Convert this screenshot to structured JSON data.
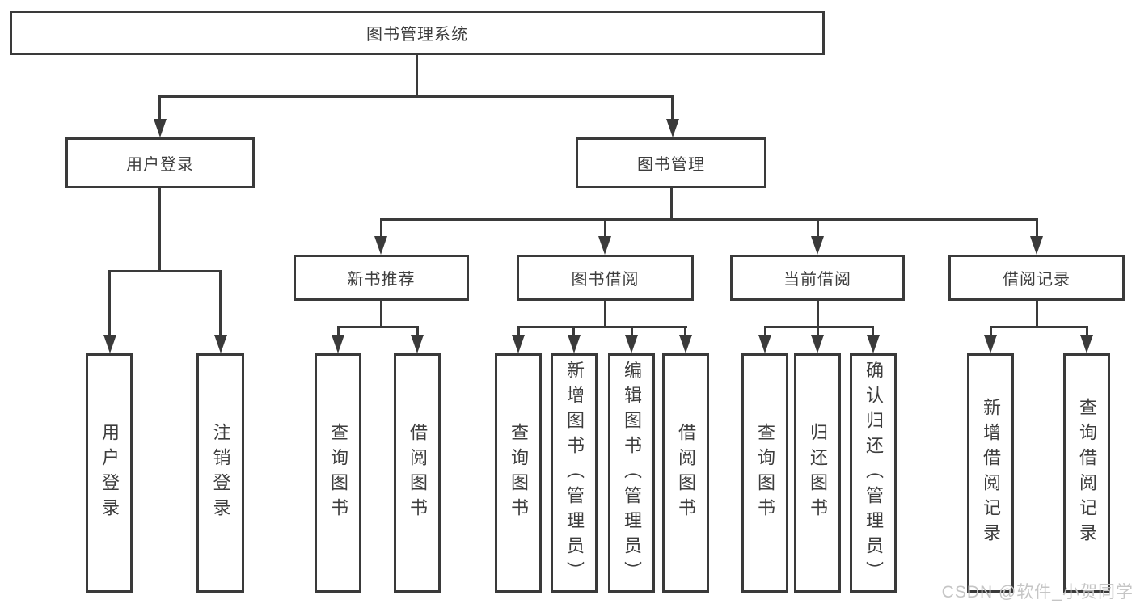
{
  "diagram_type": "tree",
  "colors": {
    "line": "#3a3a3a",
    "text": "#3d3d3d",
    "watermark": "#c5c5c5",
    "background": "#ffffff"
  },
  "watermark": {
    "text": "CSDN @软件_小贺同学"
  },
  "tree": {
    "root": {
      "label": "图书管理系统",
      "children": [
        {
          "label": "用户登录",
          "children": [
            {
              "label": "用户登录"
            },
            {
              "label": "注销登录"
            }
          ]
        },
        {
          "label": "图书管理",
          "children": [
            {
              "label": "新书推荐",
              "children": [
                {
                  "label": "查询图书"
                },
                {
                  "label": "借阅图书"
                }
              ]
            },
            {
              "label": "图书借阅",
              "children": [
                {
                  "label": "查询图书"
                },
                {
                  "label": "新增图书（管理员）"
                },
                {
                  "label": "编辑图书（管理员）"
                },
                {
                  "label": "借阅图书"
                }
              ]
            },
            {
              "label": "当前借阅",
              "children": [
                {
                  "label": "查询图书"
                },
                {
                  "label": "归还图书"
                },
                {
                  "label": "确认归还（管理员）"
                }
              ]
            },
            {
              "label": "借阅记录",
              "children": [
                {
                  "label": "新增借阅记录"
                },
                {
                  "label": "查询借阅记录"
                }
              ]
            }
          ]
        }
      ]
    }
  }
}
